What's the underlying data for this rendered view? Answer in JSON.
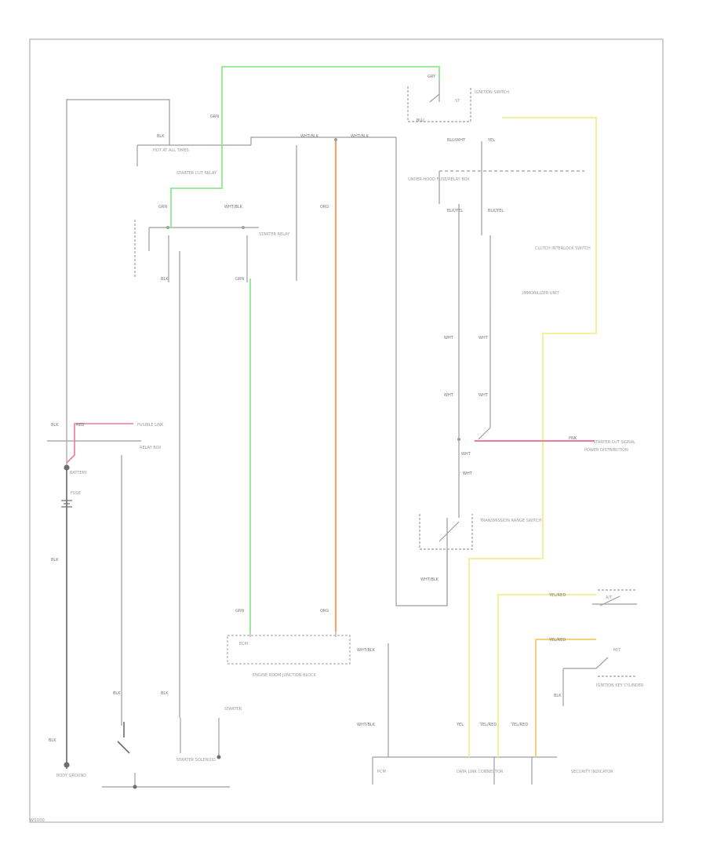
{
  "diagram": {
    "footer_code": "W0000",
    "labels": {
      "hot_at_all_times": "HOT AT ALL TIMES",
      "ignition_switch": "IGNITION SWITCH",
      "st": "ST",
      "starter_relay": "STARTER RELAY",
      "starter_cut_relay": "STARTER CUT RELAY",
      "ecm": "ECM",
      "battery": "BATTERY",
      "fuse": "FUSE",
      "starter": "STARTER",
      "starter_solenoid": "STARTER SOLENOID",
      "body_ground": "BODY GROUND",
      "fusible_link": "FUSIBLE LINK",
      "relay_box": "RELAY BOX",
      "engine_room_junction_block": "ENGINE ROOM JUNCTION BLOCK",
      "underhood_fuse_relay_box": "UNDER-HOOD FUSE/RELAY BOX",
      "transmission_range_switch": "TRANSMISSION RANGE SWITCH",
      "clutch_interlock_switch": "CLUTCH INTERLOCK SWITCH",
      "power_distribution": "POWER DISTRIBUTION",
      "immobilizer_unit": "IMMOBILIZER UNIT",
      "pcm": "PCM",
      "data_link": "DATA LINK CONNECTOR",
      "security_indicator": "SECURITY INDICATOR",
      "starter_cut_signal": "STARTER CUT SIGNAL",
      "ignition_key_cylinder": "IGNITION KEY CYLINDER",
      "at": "A/T",
      "mt": "M/T"
    },
    "wire_colors": {
      "blk": "BLK",
      "wht_blk": "WHT/BLK",
      "yel": "YEL",
      "yel_red": "YEL/RED",
      "blu_wht": "BLU/WHT",
      "blk_yel": "BLK/YEL",
      "blu": "BLU",
      "red": "RED",
      "grn": "GRN",
      "org": "ORG",
      "gry": "GRY",
      "wht": "WHT",
      "pnk": "PNK"
    },
    "colors": {
      "wire_gray": "#9e9e9e",
      "wire_dark": "#6e6e6e",
      "wire_green": "#8ee88e",
      "wire_orange": "#f4a66a",
      "wire_yellow": "#f3ef9a",
      "wire_pink": "#f07a9a",
      "frame": "#b0b0b0"
    }
  }
}
